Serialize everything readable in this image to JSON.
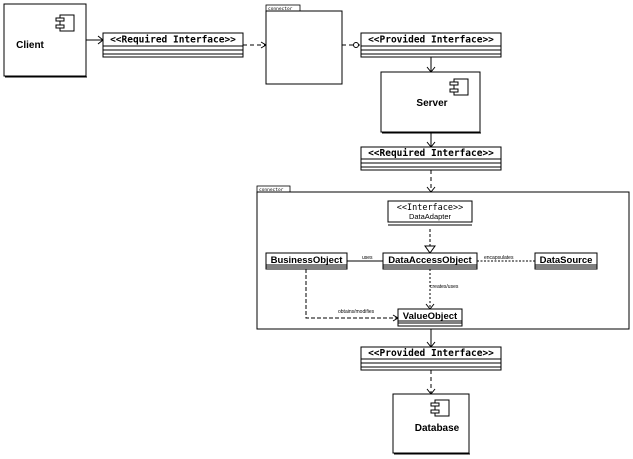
{
  "components": {
    "client": "Client",
    "server": "Server",
    "database": "Database"
  },
  "interfaces": {
    "required_top": "<<Required Interface>>",
    "provided_top": "<<Provided Interface>>",
    "required_mid": "<<Required Interface>>",
    "provided_bottom": "<<Provided Interface>>"
  },
  "connectors": {
    "top_tab": "connector",
    "main_tab": "connector"
  },
  "classes": {
    "adapter_stereotype": "<<Interface>>",
    "adapter_name": "DataAdapter",
    "business_object": "BusinessObject",
    "data_access_object": "DataAccessObject",
    "data_source": "DataSource",
    "value_object": "ValueObject"
  },
  "relations": {
    "uses": "uses",
    "encapsulates": "encapsulates",
    "creates_uses": "creates/uses",
    "obtains_modifies": "obtains/modifies"
  },
  "icons": [
    "component-icon"
  ]
}
